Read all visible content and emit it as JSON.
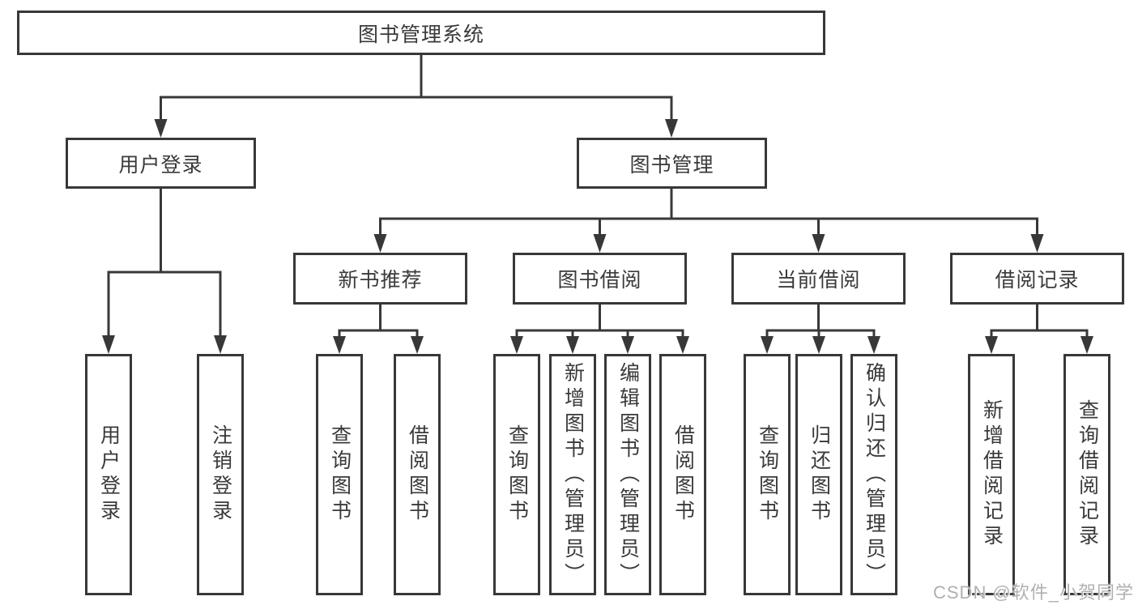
{
  "diagram": {
    "root": "图书管理系统",
    "login": {
      "label": "用户登录",
      "children": [
        "用户登录",
        "注销登录"
      ]
    },
    "manage": {
      "label": "图书管理",
      "groups": [
        {
          "label": "新书推荐",
          "children": [
            "查询图书",
            "借阅图书"
          ]
        },
        {
          "label": "图书借阅",
          "children": [
            "查询图书",
            "新增图书（管理员）",
            "编辑图书（管理员）",
            "借阅图书"
          ]
        },
        {
          "label": "当前借阅",
          "children": [
            "查询图书",
            "归还图书",
            "确认归还（管理员）"
          ]
        },
        {
          "label": "借阅记录",
          "children": [
            "新增借阅记录",
            "查询借阅记录"
          ]
        }
      ]
    },
    "watermark": "CSDN @软件_小贺同学",
    "colors": {
      "line": "#383838",
      "text": "#3a3a3a",
      "watermark": "#b0b0b0",
      "background": "#ffffff"
    }
  }
}
